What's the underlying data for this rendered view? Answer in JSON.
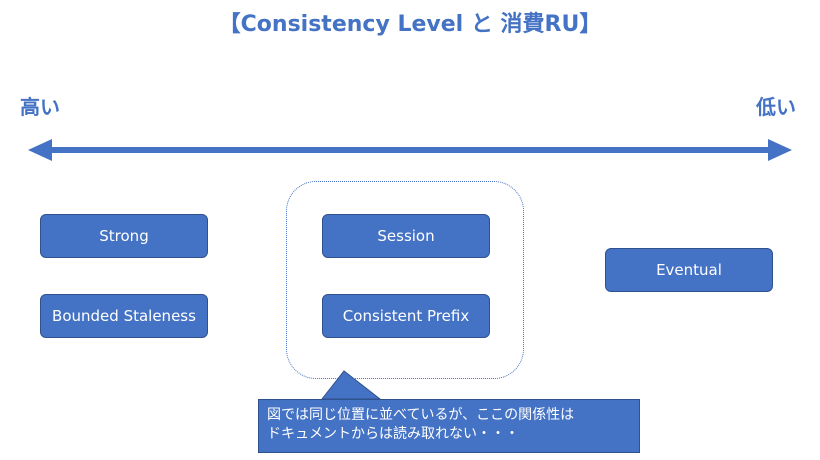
{
  "title": "【Consistency Level と 消費RU】",
  "axis": {
    "high_label": "高い",
    "low_label": "低い",
    "color": "#4472c4"
  },
  "levels": {
    "strong": "Strong",
    "bounded": "Bounded Staleness",
    "session": "Session",
    "prefix": "Consistent Prefix",
    "eventual": "Eventual"
  },
  "callout": {
    "line1": "図では同じ位置に並べているが、ここの関係性は",
    "line2": "ドキュメントからは読み取れない・・・"
  }
}
